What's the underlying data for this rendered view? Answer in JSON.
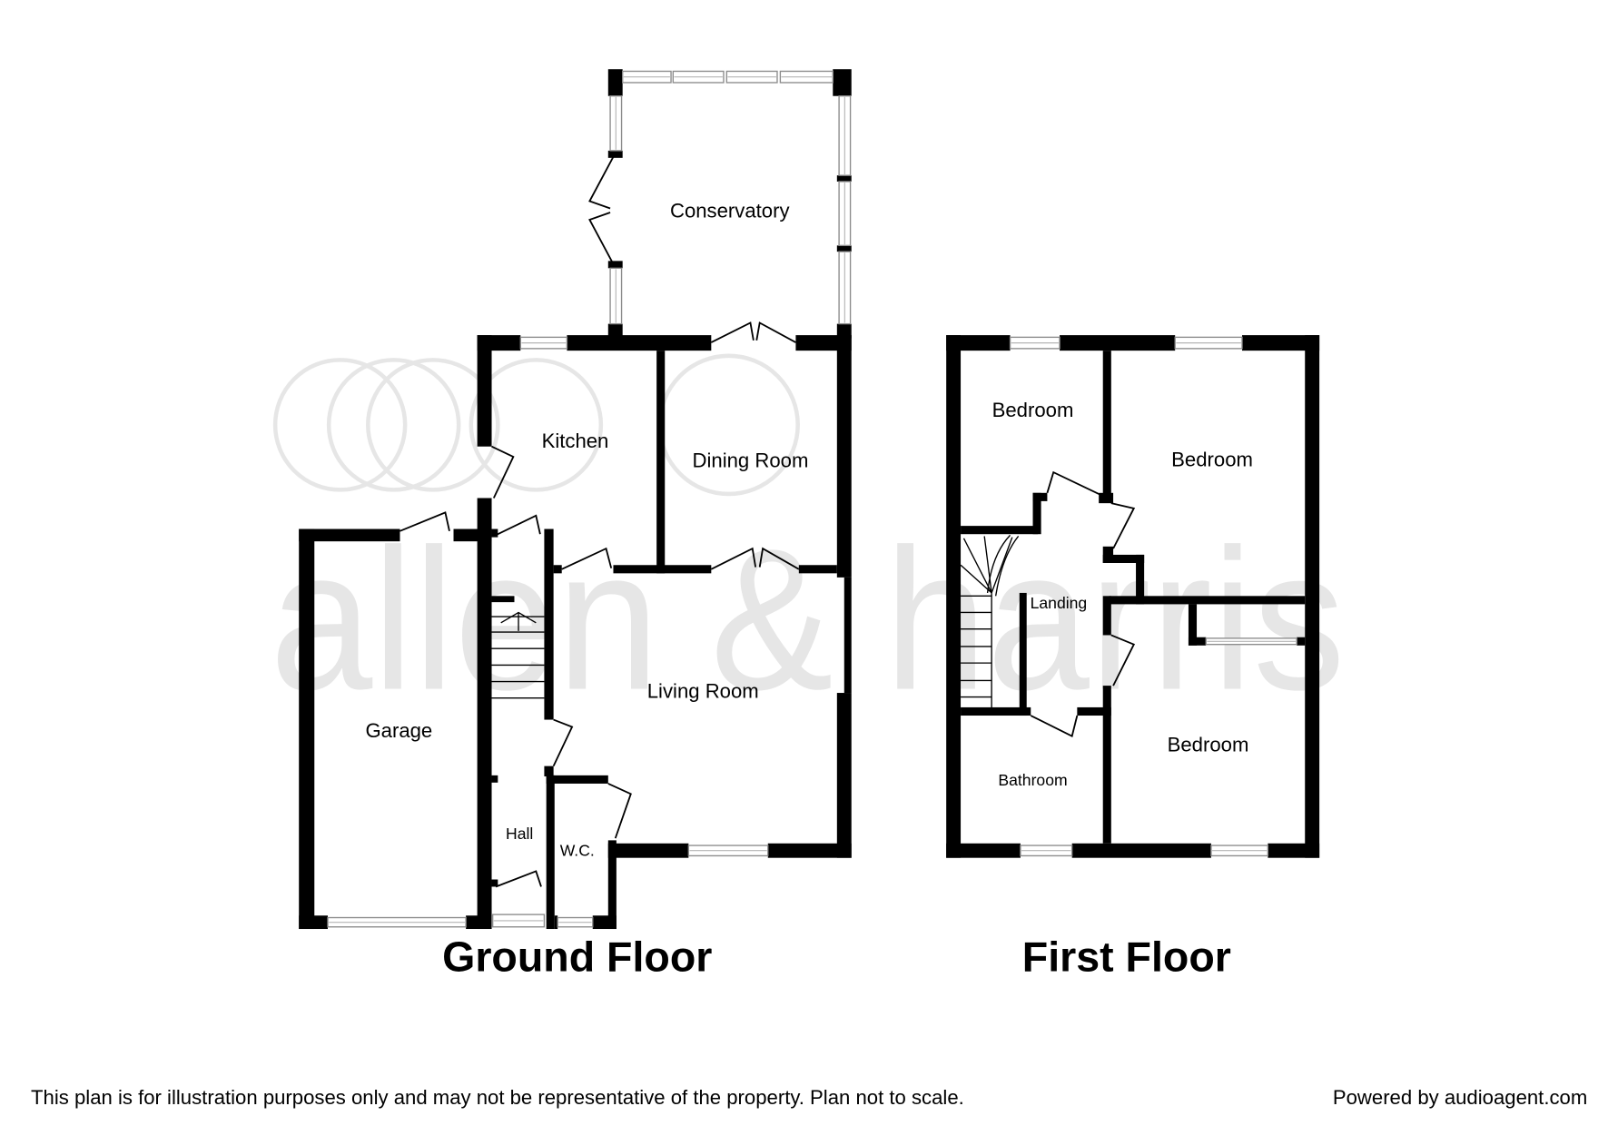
{
  "watermark": {
    "brand_text": "allen & harris"
  },
  "ground_floor": {
    "title": "Ground Floor",
    "rooms": {
      "conservatory": "Conservatory",
      "kitchen": "Kitchen",
      "dining_room": "Dining Room",
      "living_room": "Living Room",
      "garage": "Garage",
      "hall": "Hall",
      "wc": "W.C."
    }
  },
  "first_floor": {
    "title": "First Floor",
    "rooms": {
      "bedroom_1": "Bedroom",
      "bedroom_2": "Bedroom",
      "bedroom_3": "Bedroom",
      "landing": "Landing",
      "bathroom": "Bathroom"
    }
  },
  "footer": {
    "disclaimer": "This plan is for illustration purposes only and may not be representative of the property. Plan not to scale.",
    "powered_by": "Powered by audioagent.com"
  },
  "colors": {
    "background": "#ffffff",
    "wall": "#000000",
    "window_frame": "#8c8c8c",
    "window_fill": "#ffffff",
    "window_glazing": "#b5b5b5",
    "door_line": "#000000",
    "watermark": "#e6e6e6"
  }
}
